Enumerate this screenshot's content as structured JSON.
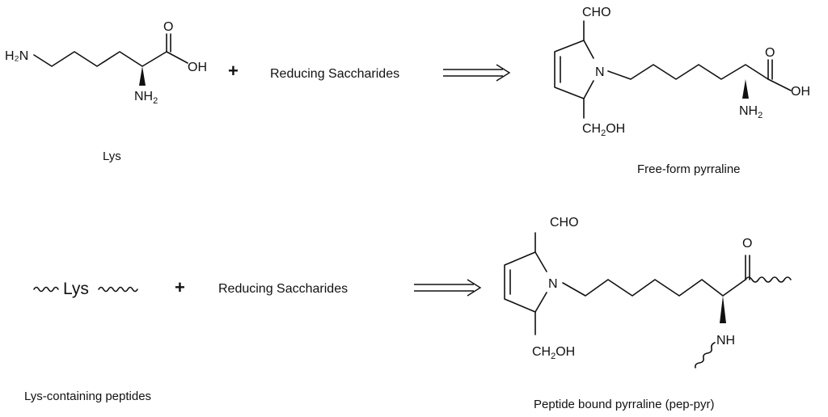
{
  "reaction1": {
    "plus": "+",
    "reagent": "Reducing Saccharides",
    "lys_caption": "Lys",
    "product_caption": "Free-form pyrraline",
    "lys_labels": {
      "h2n": "H₂N",
      "o": "O",
      "oh": "OH",
      "nh2_main": "NH",
      "nh2_sub": "2"
    },
    "product_labels": {
      "cho": "CHO",
      "n": "N",
      "ch2oh_a": "CH",
      "ch2oh_sub": "2",
      "ch2oh_b": "OH",
      "o": "O",
      "oh": "OH",
      "nh2_main": "NH",
      "nh2_sub": "2"
    }
  },
  "reaction2": {
    "peptide_text": "Lys",
    "plus": "+",
    "reagent": "Reducing Saccharides",
    "reactant_caption": "Lys-containing peptides",
    "product_caption": "Peptide bound pyrraline (pep-pyr)",
    "product_labels": {
      "cho": "CHO",
      "n": "N",
      "ch2oh_a": "CH",
      "ch2oh_sub": "2",
      "ch2oh_b": "OH",
      "o": "O",
      "nh": "NH"
    }
  }
}
